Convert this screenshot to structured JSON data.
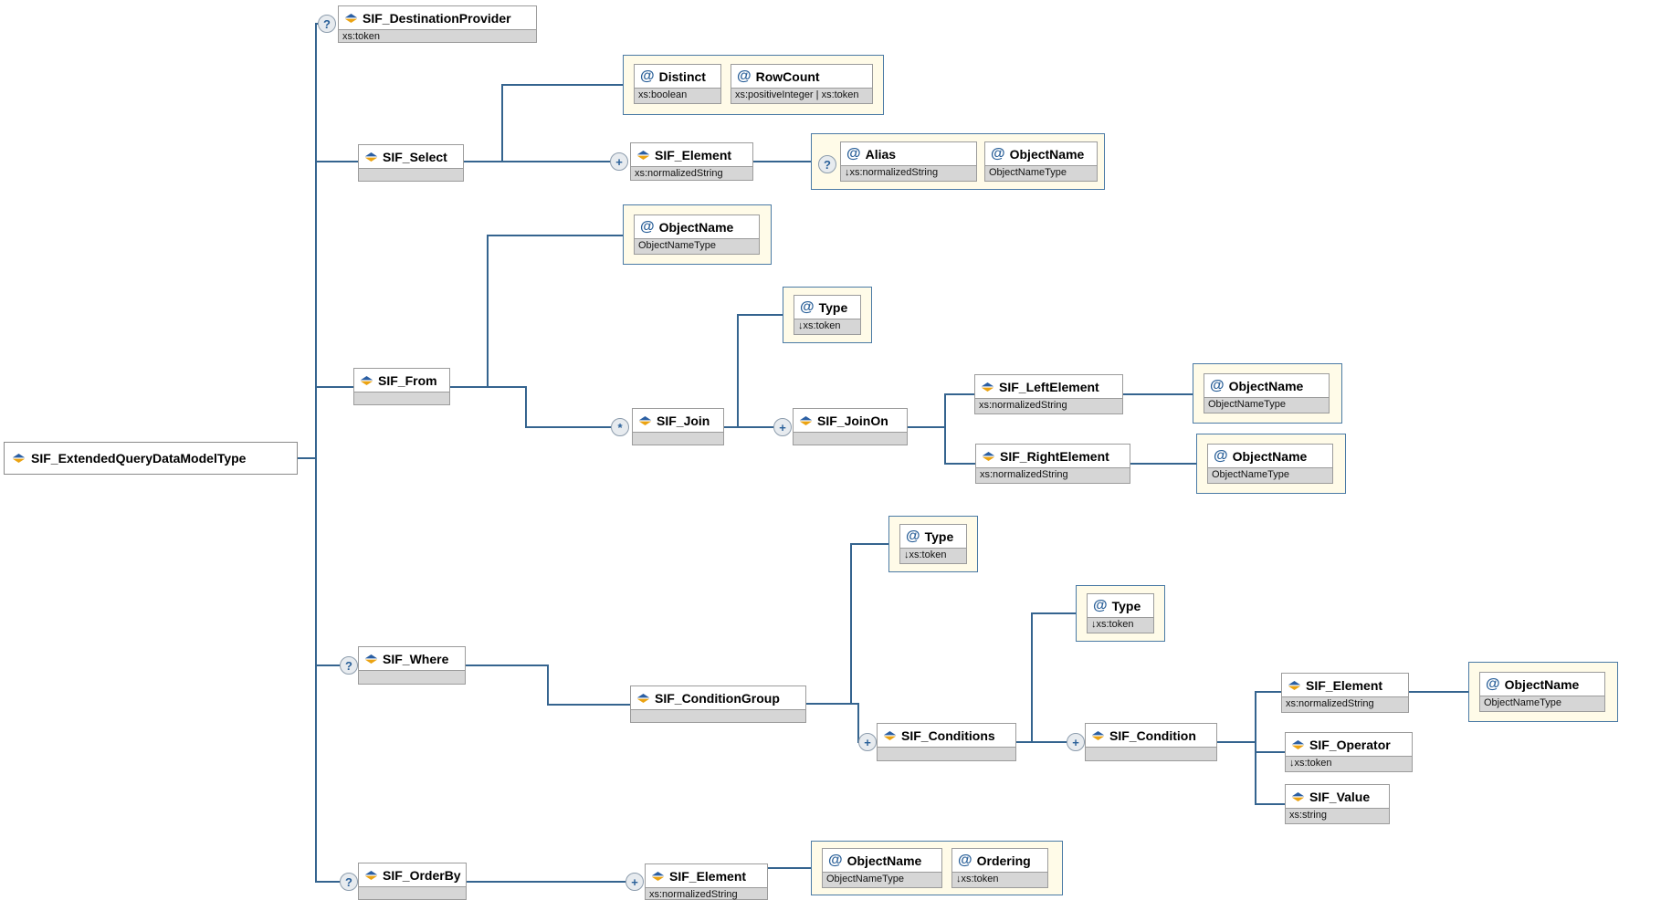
{
  "root": {
    "title": "SIF_ExtendedQueryDataModelType"
  },
  "icons": {
    "attribute_glyph": "@"
  },
  "occurrence": {
    "optional": "?",
    "one_or_more": "+",
    "zero_or_more": "*"
  },
  "nodes": {
    "destination_provider": {
      "title": "SIF_DestinationProvider",
      "type": "xs:token"
    },
    "select": {
      "title": "SIF_Select",
      "type": ""
    },
    "distinct": {
      "name": "Distinct",
      "type": "xs:boolean"
    },
    "row_count": {
      "name": "RowCount",
      "type": "xs:positiveInteger | xs:token"
    },
    "select_element": {
      "title": "SIF_Element",
      "type": "xs:normalizedString"
    },
    "alias": {
      "name": "Alias",
      "type": "↓xs:normalizedString"
    },
    "alias_object_name": {
      "name": "ObjectName",
      "type": "ObjectNameType"
    },
    "from": {
      "title": "SIF_From",
      "type": ""
    },
    "from_object_name": {
      "name": "ObjectName",
      "type": "ObjectNameType"
    },
    "join_type": {
      "name": "Type",
      "type": "↓xs:token"
    },
    "join": {
      "title": "SIF_Join",
      "type": ""
    },
    "join_on": {
      "title": "SIF_JoinOn",
      "type": ""
    },
    "left_element": {
      "title": "SIF_LeftElement",
      "type": "xs:normalizedString"
    },
    "left_object_name": {
      "name": "ObjectName",
      "type": "ObjectNameType"
    },
    "right_element": {
      "title": "SIF_RightElement",
      "type": "xs:normalizedString"
    },
    "right_object_name": {
      "name": "ObjectName",
      "type": "ObjectNameType"
    },
    "where": {
      "title": "SIF_Where",
      "type": ""
    },
    "condition_group": {
      "title": "SIF_ConditionGroup",
      "type": ""
    },
    "condition_group_type": {
      "name": "Type",
      "type": "↓xs:token"
    },
    "conditions": {
      "title": "SIF_Conditions",
      "type": ""
    },
    "conditions_type": {
      "name": "Type",
      "type": "↓xs:token"
    },
    "condition": {
      "title": "SIF_Condition",
      "type": ""
    },
    "condition_element": {
      "title": "SIF_Element",
      "type": "xs:normalizedString"
    },
    "condition_object_name": {
      "name": "ObjectName",
      "type": "ObjectNameType"
    },
    "operator": {
      "title": "SIF_Operator",
      "type": "↓xs:token"
    },
    "value": {
      "title": "SIF_Value",
      "type": "xs:string"
    },
    "order_by": {
      "title": "SIF_OrderBy",
      "type": ""
    },
    "order_element": {
      "title": "SIF_Element",
      "type": "xs:normalizedString"
    },
    "order_object_name": {
      "name": "ObjectName",
      "type": "ObjectNameType"
    },
    "ordering": {
      "name": "Ordering",
      "type": "↓xs:token"
    }
  },
  "colors": {
    "connector": "#35648f",
    "group_fill": "#fffbe8",
    "group_border": "#4a7aa5",
    "box_border": "#9b9b9b",
    "type_strip": "#d6d6d6",
    "icon_blue": "#2b5fa3",
    "icon_yellow": "#eba312",
    "attribute_glyph_color": "#2a6099"
  }
}
